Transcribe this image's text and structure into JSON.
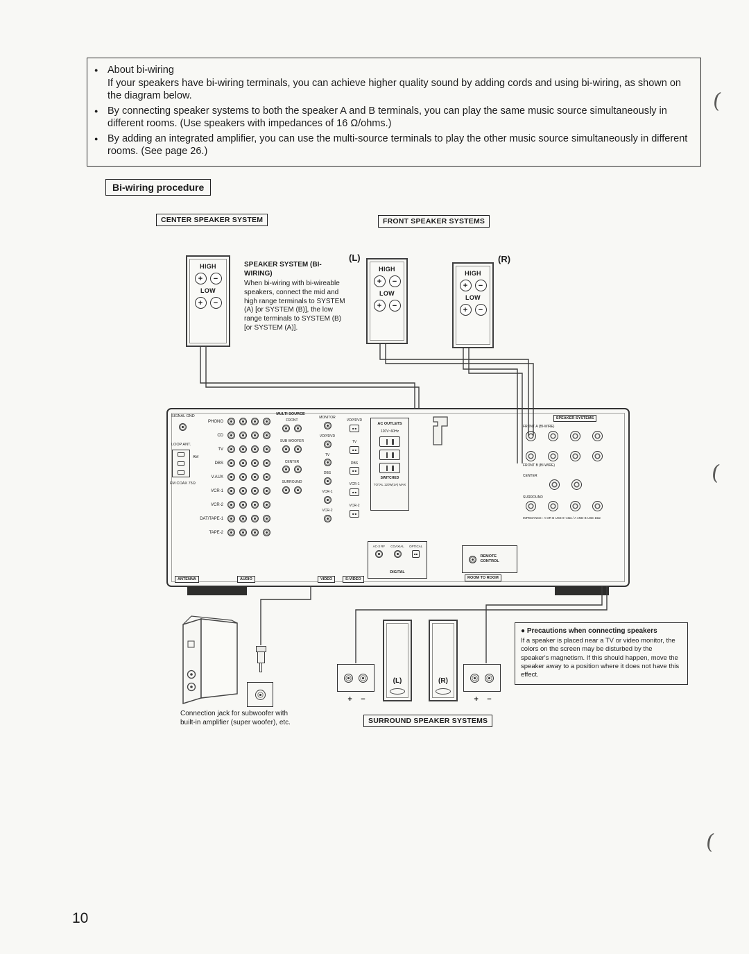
{
  "page": {
    "number": "10",
    "scan_mark": "("
  },
  "notes": {
    "bullet": "●",
    "items": [
      {
        "title": "About bi-wiring",
        "body": "If your speakers have bi-wiring terminals, you can achieve higher quality sound by adding cords and using bi-wiring, as shown on the diagram below."
      },
      {
        "title": "",
        "body": "By connecting speaker systems to both the speaker A and B terminals, you can play the same music source simultaneously in different rooms. (Use speakers with impedances of 16 Ω/ohms.)"
      },
      {
        "title": "",
        "body": "By adding an integrated amplifier, you can use the multi-source terminals to play the other music source simultaneously in different rooms. (See page 26.)"
      }
    ]
  },
  "headings": {
    "procedure": "Bi-wiring procedure",
    "center_system": "CENTER SPEAKER SYSTEM",
    "front_systems": "FRONT SPEAKER SYSTEMS",
    "surround_systems": "SURROUND SPEAKER SYSTEMS"
  },
  "speaker": {
    "high": "HIGH",
    "low": "LOW",
    "plus": "+",
    "minus": "−",
    "left": "(L)",
    "right": "(R)"
  },
  "biwiring_note": {
    "title": "SPEAKER SYSTEM (BI-WIRING)",
    "body": "When bi-wiring with bi-wireable speakers, connect the mid and high range terminals to SYSTEM (A) [or SYSTEM (B)], the low range terminals to SYSTEM (B) [or SYSTEM (A)]."
  },
  "receiver": {
    "signal_gnd": "SIGNAL GND",
    "loop_ant": "LOOP ANT.",
    "am": "AM",
    "fm_coax": "FM COAX 75Ω",
    "audio_rows": [
      "PHONO",
      "CD",
      "TV",
      "DBS",
      "V.AUX",
      "VCR-1",
      "VCR-2",
      "DAT/TAPE-1",
      "TAPE-2"
    ],
    "multi_source": "MULTI SOURCE",
    "multi_rows": [
      "FRONT",
      "SUB WOOFER",
      "CENTER",
      "SURROUND"
    ],
    "video_rows": [
      "MONITOR",
      "VDP/DVD",
      "TV",
      "DBS",
      "VCR-1",
      "VCR-2"
    ],
    "svideo_rows": [
      "VDP/DVD",
      "TV",
      "DBS",
      "VCR-1",
      "VCR-2"
    ],
    "ac_outlets": {
      "title": "AC OUTLETS",
      "volt": "120V~60Hz",
      "switched": "SWITCHED",
      "total": "TOTAL 120W(1A) MAX"
    },
    "digital": {
      "title": "DIGITAL",
      "ac3": "AC-3 RF",
      "coaxial": "COAXIAL",
      "optical": "OPTICAL"
    },
    "remote": "REMOTE CONTROL",
    "room_to_room": "ROOM TO ROOM",
    "speakers": {
      "title": "SPEAKER SYSTEMS",
      "front_a": "FRONT A (BI-WIRE)",
      "front_b": "FRONT B (BI-WIRE)",
      "center": "CENTER",
      "surround": "SURROUND",
      "impedance": "IMPEDANCE : A OR B USE 8–16Ω / A AND B USE 16Ω"
    },
    "bottom_labels": [
      "ANTENNA",
      "AUDIO",
      "VIDEO",
      "S-VIDEO"
    ]
  },
  "bottom": {
    "sub_caption": "Connection jack for subwoofer with built-in amplifier (super woofer), etc.",
    "left": "(L)",
    "right": "(R)",
    "plus": "+",
    "minus": "−"
  },
  "precautions": {
    "bullet": "●",
    "title": "Precautions when connecting speakers",
    "body": "If a speaker is placed near a TV or video monitor, the colors on the screen may be disturbed by the speaker's magnetism. If this should happen, move the speaker away to a position where it does not have this effect."
  }
}
